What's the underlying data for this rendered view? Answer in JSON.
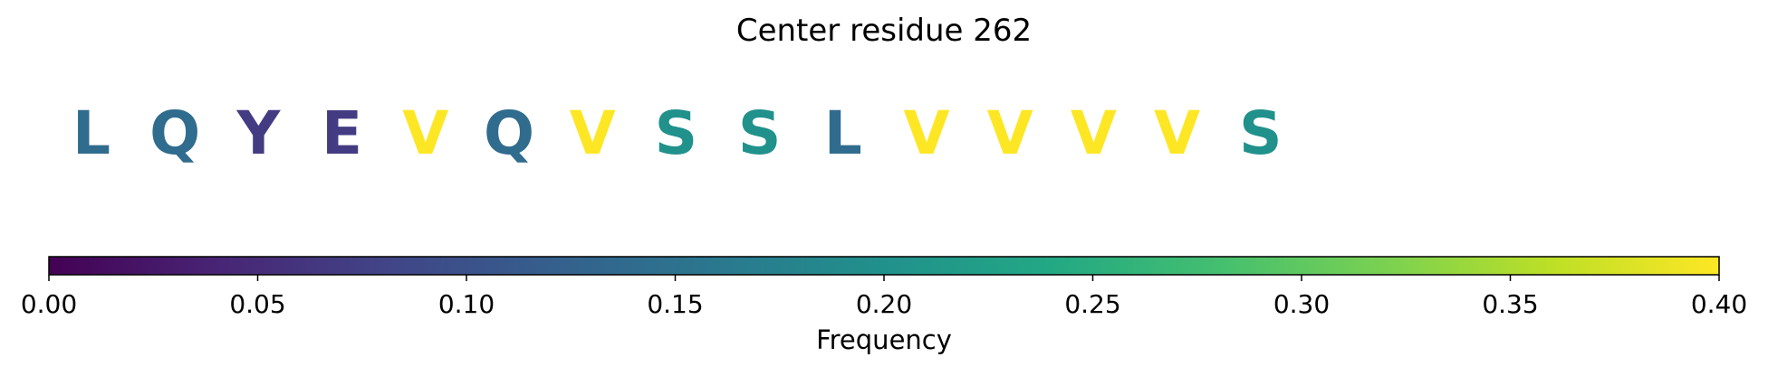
{
  "chart_data": {
    "type": "sequence-logo",
    "title": "Center residue 262",
    "residues": [
      {
        "letter": "L",
        "frequency": 0.14
      },
      {
        "letter": "Q",
        "frequency": 0.14
      },
      {
        "letter": "Y",
        "frequency": 0.07
      },
      {
        "letter": "E",
        "frequency": 0.07
      },
      {
        "letter": "V",
        "frequency": 0.4
      },
      {
        "letter": "Q",
        "frequency": 0.14
      },
      {
        "letter": "V",
        "frequency": 0.4
      },
      {
        "letter": "S",
        "frequency": 0.2
      },
      {
        "letter": "S",
        "frequency": 0.2
      },
      {
        "letter": "L",
        "frequency": 0.14
      },
      {
        "letter": "V",
        "frequency": 0.4
      },
      {
        "letter": "V",
        "frequency": 0.4
      },
      {
        "letter": "V",
        "frequency": 0.4
      },
      {
        "letter": "V",
        "frequency": 0.4
      },
      {
        "letter": "S",
        "frequency": 0.2
      }
    ],
    "colorbar": {
      "label": "Frequency",
      "colormap": "viridis",
      "range": [
        0.0,
        0.4
      ],
      "ticks": [
        "0.00",
        "0.05",
        "0.10",
        "0.15",
        "0.20",
        "0.25",
        "0.30",
        "0.35",
        "0.40"
      ]
    }
  }
}
